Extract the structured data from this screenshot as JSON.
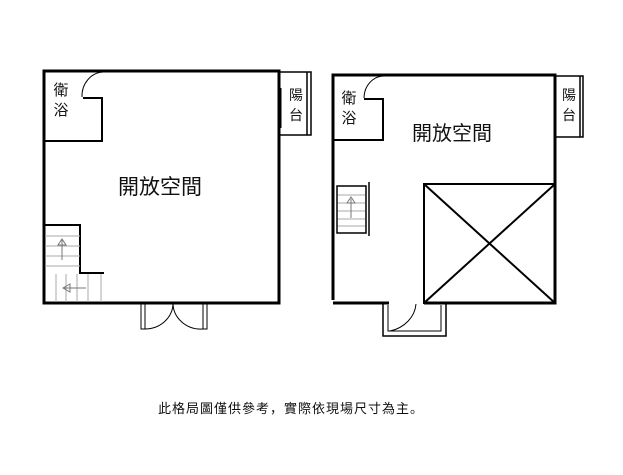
{
  "floor1": {
    "bathroom": "衛浴",
    "balcony": "陽台",
    "open_space": "開放空間"
  },
  "floor2": {
    "bathroom": "衛浴",
    "balcony": "陽台",
    "open_space": "開放空間"
  },
  "caption": "此格局圖僅供參考，實際依現場尺寸為主。",
  "colors": {
    "wall": "#000000",
    "stair": "#999999"
  }
}
